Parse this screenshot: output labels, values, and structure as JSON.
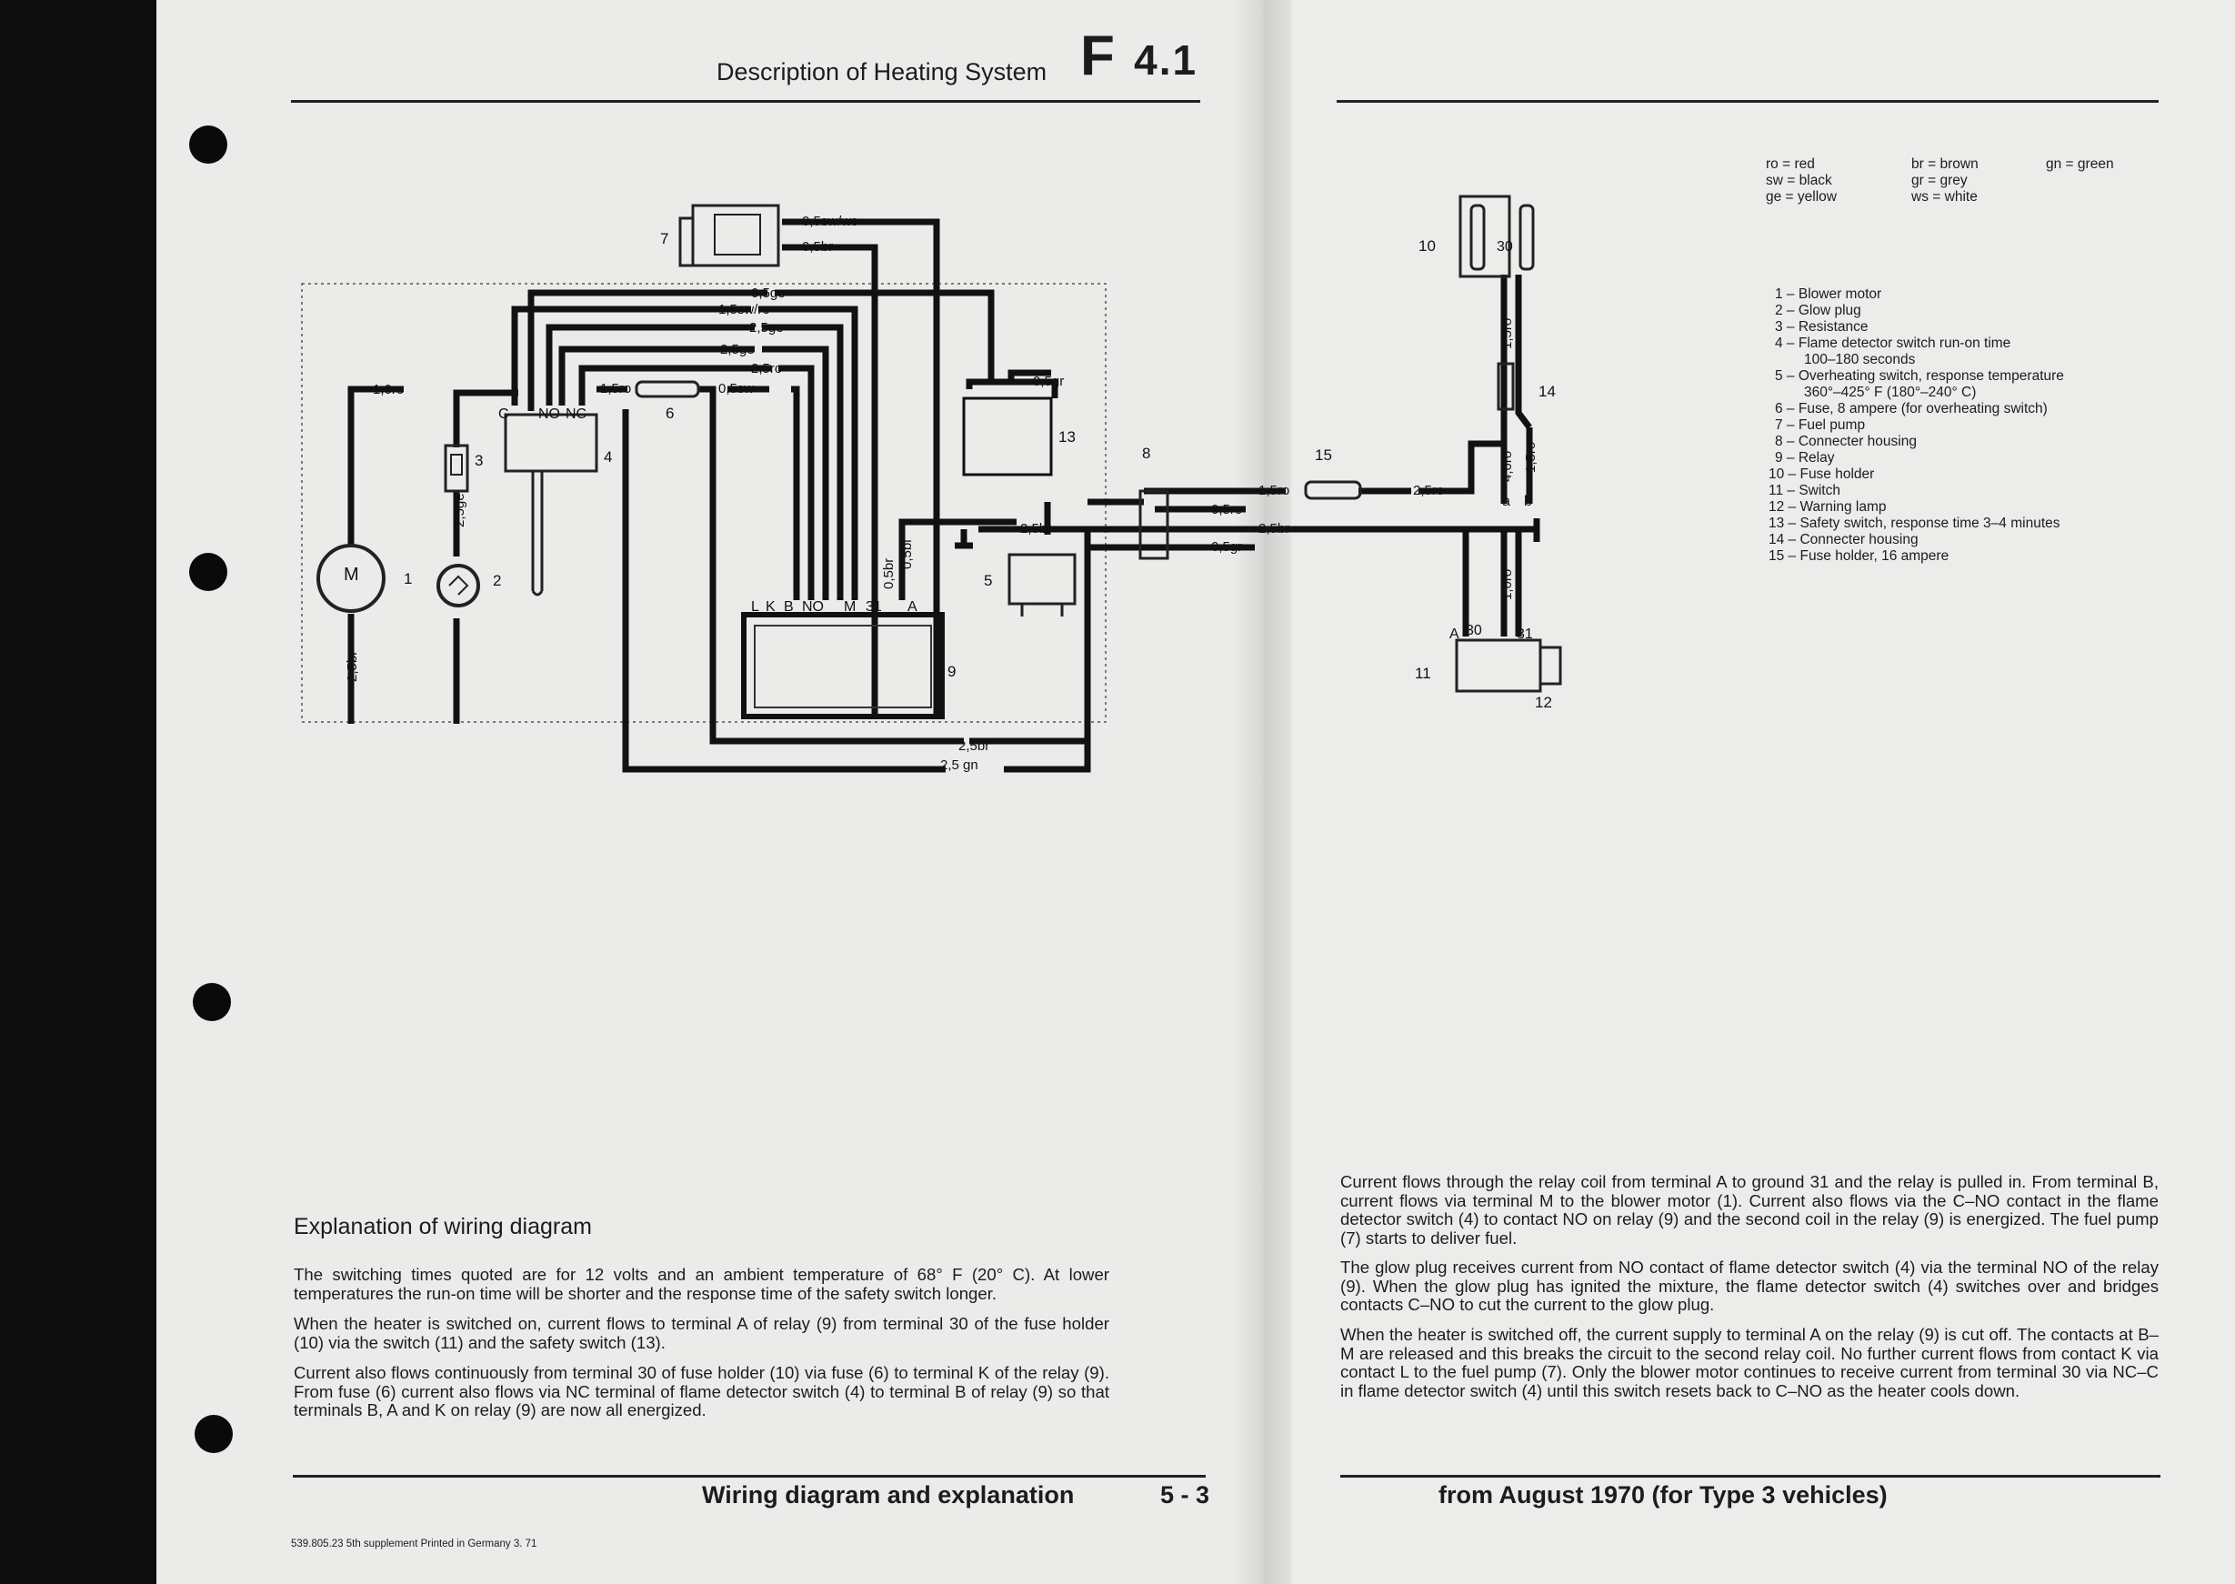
{
  "header": {
    "title": "Description of Heating System",
    "code_letter": "F",
    "code_number": "4.1"
  },
  "color_codes": [
    {
      "code": "ro",
      "name": "red"
    },
    {
      "code": "sw",
      "name": "black"
    },
    {
      "code": "ge",
      "name": "yellow"
    },
    {
      "code": "br",
      "name": "brown"
    },
    {
      "code": "gr",
      "name": "grey"
    },
    {
      "code": "ws",
      "name": "white"
    },
    {
      "code": "gn",
      "name": "green"
    }
  ],
  "components": [
    "1 – Blower motor",
    "2 – Glow plug",
    "3 – Resistance",
    "4 – Flame detector switch run-on time",
    "100–180 seconds",
    "5 – Overheating switch, response temperature",
    "360°–425° F (180°–240° C)",
    "6 – Fuse, 8 ampere (for overheating switch)",
    "7 – Fuel pump",
    "8 – Connecter housing",
    "9 – Relay",
    "10 – Fuse holder",
    "11 – Switch",
    "12 – Warning lamp",
    "13 – Safety switch, response time 3–4 minutes",
    "14 – Connecter housing",
    "15 – Fuse holder, 16 ampere"
  ],
  "diagram": {
    "callouts": [
      "1",
      "2",
      "3",
      "4",
      "5",
      "6",
      "7",
      "8",
      "9",
      "10",
      "11",
      "12",
      "13",
      "14",
      "15"
    ],
    "wire_labels": {
      "w7a": "0,5sw/ws",
      "w7b": "0,5br",
      "wA": "0,5ge",
      "wB": "1,5sw/ro",
      "wC": "2,5ge",
      "wD": "2,5ge",
      "wE": "2,5ro",
      "w10ro": "1,0ro",
      "w15ro": "1,5ro",
      "w05sw": "0,5sw",
      "w25ge": "2,5ge",
      "w25br_m": "2,5br",
      "w05gr13": "0,5gr",
      "w05br": "0,5br",
      "w05bl": "0,5bl",
      "w25br_r": "2,5br",
      "w25br_b": "2,5br",
      "w25gn": "2,5 gn",
      "r15ro": "1,5ro",
      "r05ro": "0,5ro",
      "r25br": "2,5br",
      "r05gr": "0,5gr",
      "r25ro": "2,5ro",
      "r15ro_v": "1,5ro",
      "r40ro": "4,0ro",
      "r15ro_b": "1,5ro",
      "r10ro": "1,0ro"
    },
    "terminals": {
      "c": "C",
      "no": "NO",
      "nc": "NC",
      "m_symbol": "M",
      "relay_L": "L",
      "relay_K": "K",
      "relay_B": "B",
      "relay_NO": "NO",
      "relay_M": "M",
      "relay_31": "31",
      "relay_A": "A",
      "fuse30": "30",
      "a": "a",
      "b": "b",
      "sw_A": "A",
      "sw_30": "30",
      "sw_31": "31"
    }
  },
  "explanation": {
    "heading": "Explanation of wiring diagram",
    "left_paragraphs": [
      "The switching times quoted are for 12 volts and an ambient temperature of 68° F (20° C). At lower temperatures the run-on time will be shorter and the response time of the safety switch longer.",
      "When the heater is switched on, current flows to terminal A of relay (9) from terminal 30 of the fuse holder (10) via the switch (11) and the safety switch (13).",
      "Current also flows continuously from terminal 30 of fuse holder (10) via fuse (6) to terminal K of the relay (9). From fuse (6) current also flows via NC terminal of flame detector switch (4) to terminal B of relay (9) so that terminals B, A and K on relay (9) are now all energized."
    ],
    "right_paragraphs": [
      "Current flows through the relay coil from terminal A to ground 31 and the relay is pulled in. From terminal B, current flows via terminal M to the blower motor (1). Current also flows via the C–NO contact in the flame detector switch (4) to contact NO on relay (9) and the second coil in the relay (9) is energized. The fuel pump (7) starts to deliver fuel.",
      "The glow plug receives current from NO contact of flame detector switch (4) via the terminal NO of the relay (9). When the glow plug has ignited the mixture, the flame detector switch (4) switches over and bridges contacts C–NO to cut the current to the glow plug.",
      "When the heater is switched off, the current supply to terminal A on the relay (9) is cut off. The contacts at B–M are released and this breaks the circuit to the second relay coil. No further current flows from contact K via contact L to the fuel pump (7). Only the blower motor continues to receive current from terminal 30 via NC–C in flame detector switch (4) until this switch resets back to C–NO as the heater cools down."
    ]
  },
  "footer": {
    "left_title": "Wiring diagram and explanation",
    "page_number": "5 - 3",
    "right_title": "from August 1970 (for Type 3 vehicles)",
    "print_line": "539.805.23  5th supplement  Printed in Germany  3. 71"
  }
}
